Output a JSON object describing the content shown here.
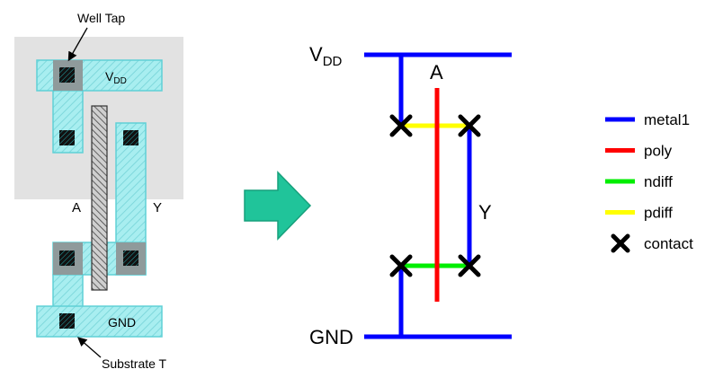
{
  "layout_panel": {
    "well_tap_label": "Well Tap",
    "vdd_label": "V",
    "vdd_sub": "DD",
    "input_label": "A",
    "output_label": "Y",
    "gnd_label": "GND",
    "substrate_label": "Substrate T"
  },
  "stick_panel": {
    "vdd_label": "V",
    "vdd_sub": "DD",
    "input_label": "A",
    "output_label": "Y",
    "gnd_label": "GND"
  },
  "legend": [
    {
      "label": "metal1",
      "color": "#0000ff",
      "symbol": "line"
    },
    {
      "label": "poly",
      "color": "#ff0000",
      "symbol": "line"
    },
    {
      "label": "ndiff",
      "color": "#00ee00",
      "symbol": "line"
    },
    {
      "label": "pdiff",
      "color": "#ffff00",
      "symbol": "line"
    },
    {
      "label": "contact",
      "color": "#000000",
      "symbol": "cross"
    }
  ],
  "colors": {
    "metal1": "#0000ff",
    "poly": "#ff0000",
    "ndiff": "#00ee00",
    "pdiff": "#ffff00",
    "arrow": "#20c49a",
    "nwell": "#e2e2e2",
    "diffusion_fill": "#a8eef0"
  }
}
